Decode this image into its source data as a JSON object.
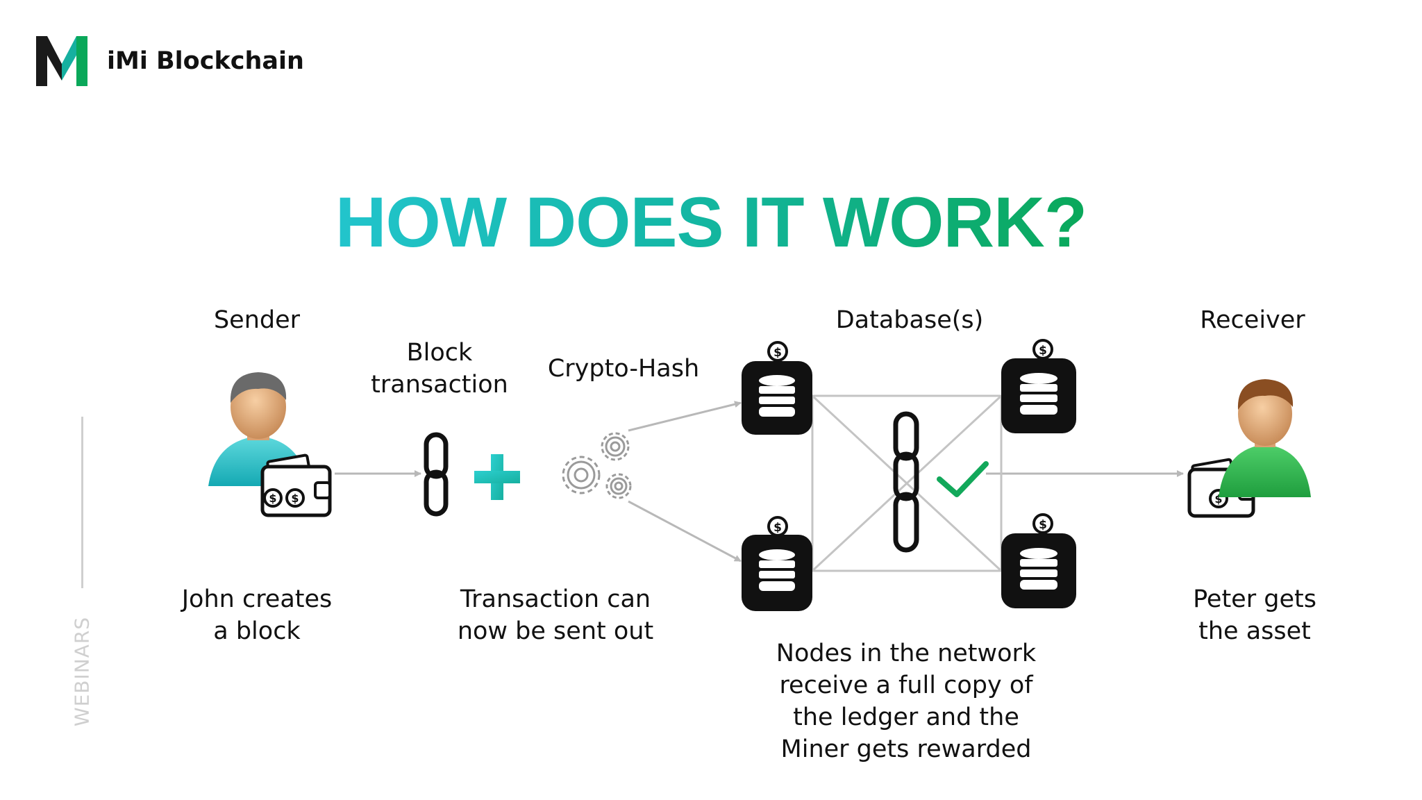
{
  "brand": {
    "name": "iMi Blockchain",
    "logo_icon": "m-logo-icon"
  },
  "title": "HOW DOES IT WORK?",
  "side_label": "WEBINARS",
  "labels": {
    "sender": "Sender",
    "block_transaction": "Block\ntransaction",
    "crypto_hash": "Crypto-Hash",
    "databases": "Database(s)",
    "receiver": "Receiver",
    "john": "John creates\na block",
    "transaction_sent": "Transaction can\nnow be sent out",
    "nodes": "Nodes in the network\nreceive a full copy of\nthe ledger and the\nMiner gets rewarded",
    "peter": "Peter gets\nthe asset"
  },
  "colors": {
    "accent_teal": "#22c4cc",
    "accent_green": "#0aa85a",
    "check_green": "#12a85a",
    "arrow_gray": "#b8b8b8",
    "icon_black": "#111111"
  },
  "icons": [
    "person-sender-icon",
    "wallet-icon",
    "chain-link-icon",
    "plus-icon",
    "gears-icon",
    "database-icon",
    "check-icon",
    "person-receiver-icon",
    "dollar-coin-icon"
  ]
}
